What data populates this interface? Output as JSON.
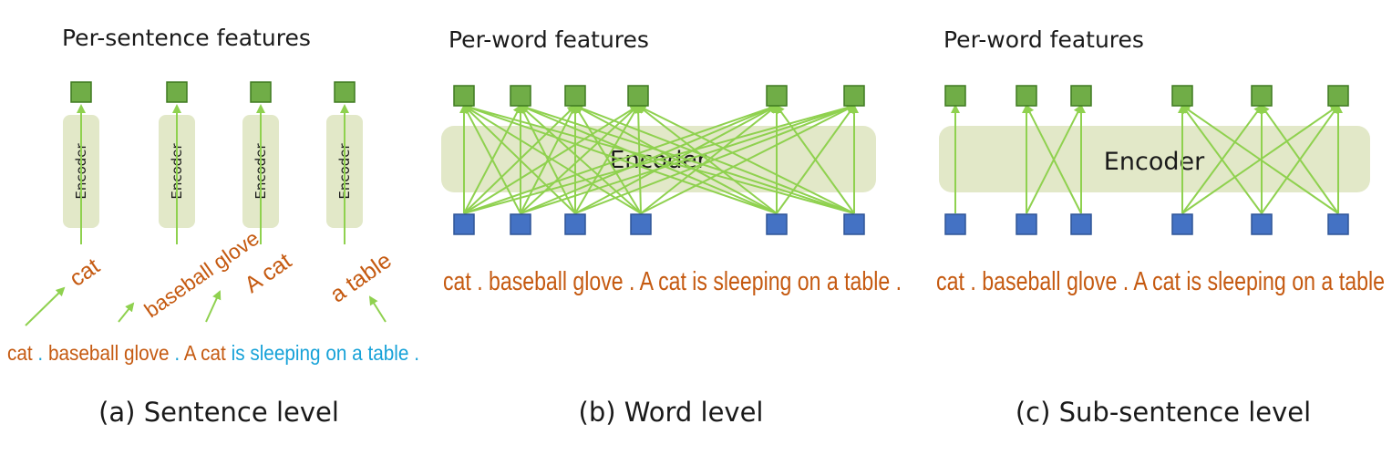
{
  "colors": {
    "feature_green": "#70ad47",
    "feature_border": "#3f7a20",
    "token_blue": "#4472c4",
    "token_border": "#2f5597",
    "arrow_green": "#8fd14f",
    "encoder_fill": "#e2e8c8",
    "orange_text": "#c55a11",
    "cyan_text": "#17a2d8",
    "caption_text": "#1a1a1a"
  },
  "panel_a": {
    "heading": "Per-sentence features",
    "encoder_label": "Encoder",
    "phrases": [
      "cat",
      "baseball glove",
      "A cat",
      "a table"
    ],
    "input_sentence": [
      {
        "text": "cat ",
        "color": "orange"
      },
      {
        "text": ". ",
        "color": "cyan"
      },
      {
        "text": "baseball glove ",
        "color": "orange"
      },
      {
        "text": ". ",
        "color": "cyan"
      },
      {
        "text": "A cat ",
        "color": "orange"
      },
      {
        "text": "is sleeping on a table ",
        "color": "cyan"
      },
      {
        "text": ".",
        "color": "cyan"
      }
    ],
    "caption": "(a) Sentence level"
  },
  "panel_b": {
    "heading": "Per-word features",
    "encoder_label": "Encoder",
    "sentence": "cat . baseball glove . A cat is sleeping on a table .",
    "caption": "(b) Word level"
  },
  "panel_c": {
    "heading": "Per-word features",
    "encoder_label": "Encoder",
    "sentence": "cat . baseball glove . A cat is sleeping on a table",
    "caption": "(c) Sub-sentence level"
  }
}
